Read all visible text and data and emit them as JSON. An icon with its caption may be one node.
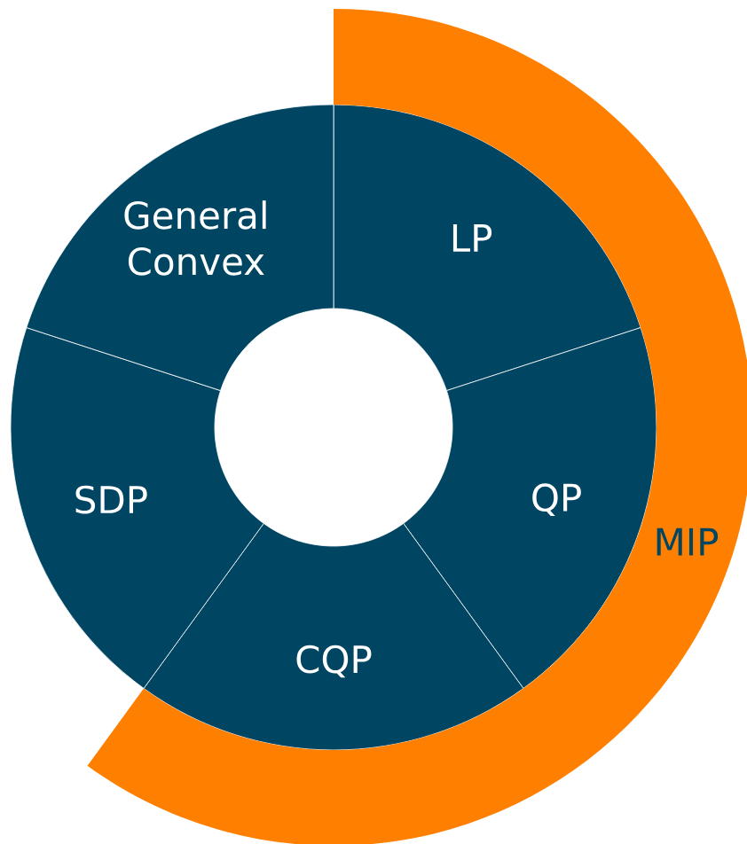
{
  "diagram": {
    "nodes": [
      {
        "text": [
          "LP"
        ]
      },
      {
        "text": [
          "QP"
        ]
      },
      {
        "text": [
          "CQP"
        ]
      },
      {
        "text": [
          "SDP"
        ]
      },
      {
        "text": [
          "General Convex"
        ]
      },
      {
        "text": [
          "MIP"
        ]
      }
    ]
  }
}
